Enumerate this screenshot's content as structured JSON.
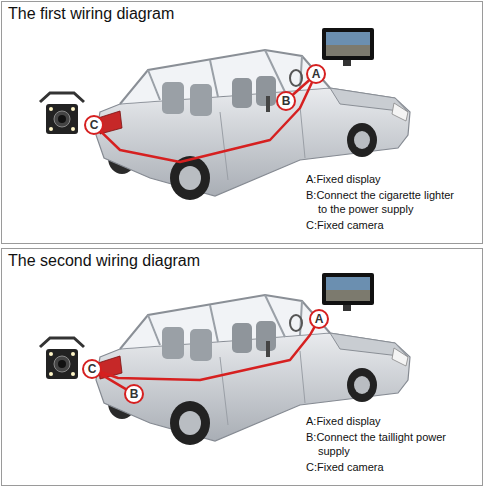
{
  "diagram": {
    "nodes": [
      {
        "text": [
          "The first wiring diagram"
        ]
      },
      {
        "text": [
          "A"
        ],
        "in": 0
      },
      {
        "text": [
          "B"
        ],
        "in": 0
      },
      {
        "text": [
          "C"
        ],
        "in": 0
      },
      {
        "text": [
          "The second wiring diagram"
        ]
      },
      {
        "text": [
          "A"
        ],
        "in": 4
      },
      {
        "text": [
          "C"
        ],
        "in": 4
      },
      {
        "text": [
          "B"
        ],
        "in": 4
      }
    ],
    "edges": [
      {
        "from": 3,
        "to": 1,
        "arrow": "none"
      },
      {
        "from": 2,
        "to": 1,
        "arrow": "none"
      },
      {
        "from": 6,
        "to": 5,
        "arrow": "none"
      },
      {
        "from": 7,
        "to": 6,
        "arrow": "none"
      }
    ],
    "labels": [
      "A:Fixed display",
      "B:Connect the cigarette lighter to the power supply",
      "C:Fixed camera",
      "A:Fixed display",
      "B:Connect the taillight power supply",
      "C:Fixed camera"
    ]
  }
}
